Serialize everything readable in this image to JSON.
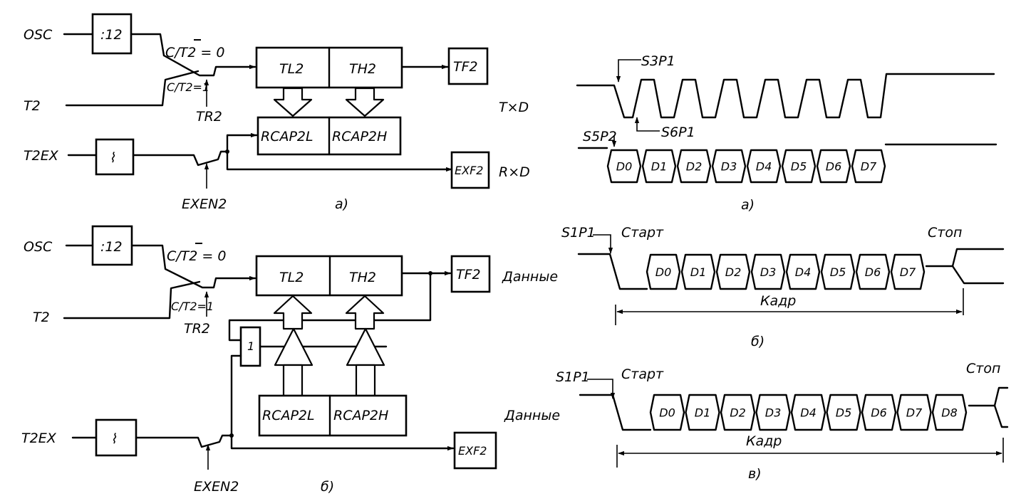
{
  "timer_a": {
    "osc": "OSC",
    "div": ":12",
    "sw_c0": "C/T2 = 0",
    "sw_c1": "C/T2=1",
    "t2": "T2",
    "tr2": "TR2",
    "tl2": "TL2",
    "th2": "TH2",
    "tf2": "TF2",
    "t2ex": "T2EX",
    "edge": "⌇",
    "rcap2l": "RCAP2L",
    "rcap2h": "RCAP2H",
    "exen2": "EXEN2",
    "exf2": "EXF2",
    "txd": "T×D",
    "rxd": "R×D",
    "caption": "а)"
  },
  "timer_b": {
    "osc": "OSC",
    "div": ":12",
    "sw_c0": "C/T2 = 0",
    "sw_c1": "C/T2=1",
    "t2": "T2",
    "tr2": "TR2",
    "tl2": "TL2",
    "th2": "TH2",
    "tf2": "TF2",
    "gate": "1",
    "t2ex": "T2EX",
    "edge": "⌇",
    "rcap2l": "RCAP2L",
    "rcap2h": "RCAP2H",
    "exen2": "EXEN2",
    "exf2": "EXF2",
    "caption": "б)"
  },
  "timing_a": {
    "s3p1": "S3P1",
    "s6p1": "S6P1",
    "s5p2": "S5P2",
    "bits": [
      "D0",
      "D1",
      "D2",
      "D3",
      "D4",
      "D5",
      "D6",
      "D7"
    ],
    "caption": "а)"
  },
  "timing_b": {
    "s1p1": "S1P1",
    "start": "Старт",
    "stop": "Стоп",
    "data": "Данные",
    "frame": "Кадр",
    "bits": [
      "D0",
      "D1",
      "D2",
      "D3",
      "D4",
      "D5",
      "D6",
      "D7"
    ],
    "caption": "б)"
  },
  "timing_c": {
    "s1p1": "S1P1",
    "start": "Старт",
    "stop": "Стоп",
    "data": "Данные",
    "frame": "Кадр",
    "bits": [
      "D0",
      "D1",
      "D2",
      "D3",
      "D4",
      "D5",
      "D6",
      "D7",
      "D8"
    ],
    "caption": "в)"
  }
}
